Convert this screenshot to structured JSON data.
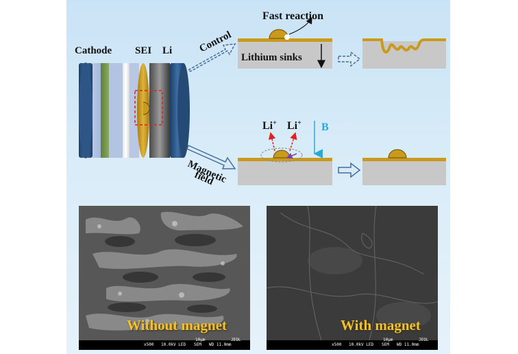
{
  "battery": {
    "labels": {
      "cathode": "Cathode",
      "sei": "SEI",
      "li": "Li"
    }
  },
  "top_path": {
    "arrow_label": "Control",
    "fast_reaction": "Fast reaction",
    "lithium_sinks": "Lithium sinks"
  },
  "bottom_path": {
    "arrow_label_1": "Magnetic",
    "arrow_label_2": "field",
    "li_ion_left": "Li",
    "li_ion_right": "Li",
    "ion_charge": "+",
    "field_label": "B"
  },
  "sem_left": {
    "caption": "Without magnet",
    "bar": {
      "scale": "10µm",
      "mag": "x500",
      "kv": "10.0kV LED",
      "mode": "SEM",
      "wd": "WD 11.0mm",
      "brand": "JEOL"
    }
  },
  "sem_right": {
    "caption": "With magnet",
    "bar": {
      "scale": "10µm",
      "mag": "x500",
      "kv": "10.0kV LED",
      "mode": "SEM",
      "wd": "WD 11.0mm",
      "brand": "JEOL"
    }
  },
  "colors": {
    "background": "#cfe6f7",
    "gold_layer": "#c99a1c",
    "substrate": "#c8c8c8",
    "cathode_green": "#7a9a54",
    "arrow_blue": "#3e6f9e",
    "ion_arrow_red": "#e02020",
    "field_arrow_cyan": "#2aa9d8",
    "caption_yellow": "#f2c12e"
  }
}
